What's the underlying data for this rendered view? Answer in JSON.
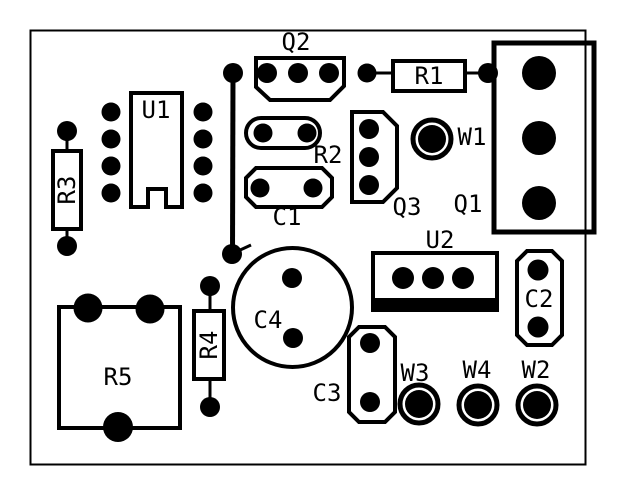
{
  "diagram": {
    "kind": "pcb-component-placement",
    "colors": {
      "ink": "#000000",
      "paper": "#ffffff"
    }
  },
  "labels": {
    "q1": "Q1",
    "q2": "Q2",
    "q3": "Q3",
    "r1": "R1",
    "r2": "R2",
    "r3": "R3",
    "r4": "R4",
    "r5": "R5",
    "c1": "C1",
    "c2": "C2",
    "c3": "C3",
    "c4": "C4",
    "u1": "U1",
    "u2": "U2",
    "w1": "W1",
    "w2": "W2",
    "w3": "W3",
    "w4": "W4"
  }
}
